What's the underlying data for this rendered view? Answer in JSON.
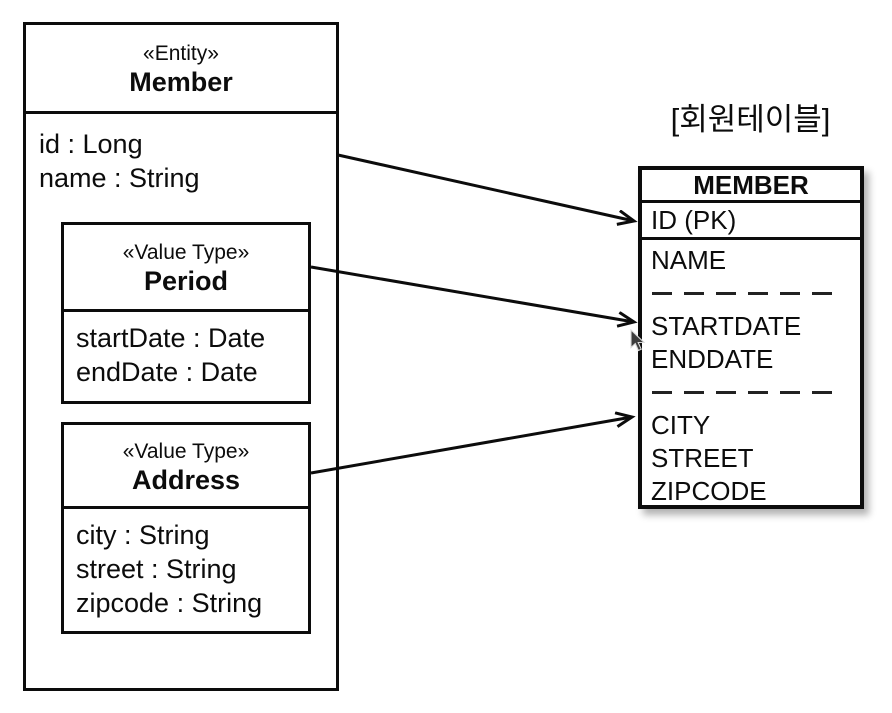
{
  "entity": {
    "stereotype": "«Entity»",
    "name": "Member",
    "attributes": [
      "id : Long",
      "name : String"
    ]
  },
  "period": {
    "stereotype": "«Value Type»",
    "name": "Period",
    "attributes": [
      "startDate : Date",
      "endDate : Date"
    ]
  },
  "address": {
    "stereotype": "«Value Type»",
    "name": "Address",
    "attributes": [
      "city : String",
      "street : String",
      "zipcode : String"
    ]
  },
  "table": {
    "caption": "[회원테이블]",
    "name": "MEMBER",
    "pk": "ID (PK)",
    "rows_group1": [
      "NAME"
    ],
    "rows_group2": [
      "STARTDATE",
      "ENDDATE"
    ],
    "rows_group3": [
      "CITY",
      "STREET",
      "ZIPCODE"
    ]
  },
  "colors": {
    "line": "#0c0c0c",
    "background": "#ffffff"
  }
}
